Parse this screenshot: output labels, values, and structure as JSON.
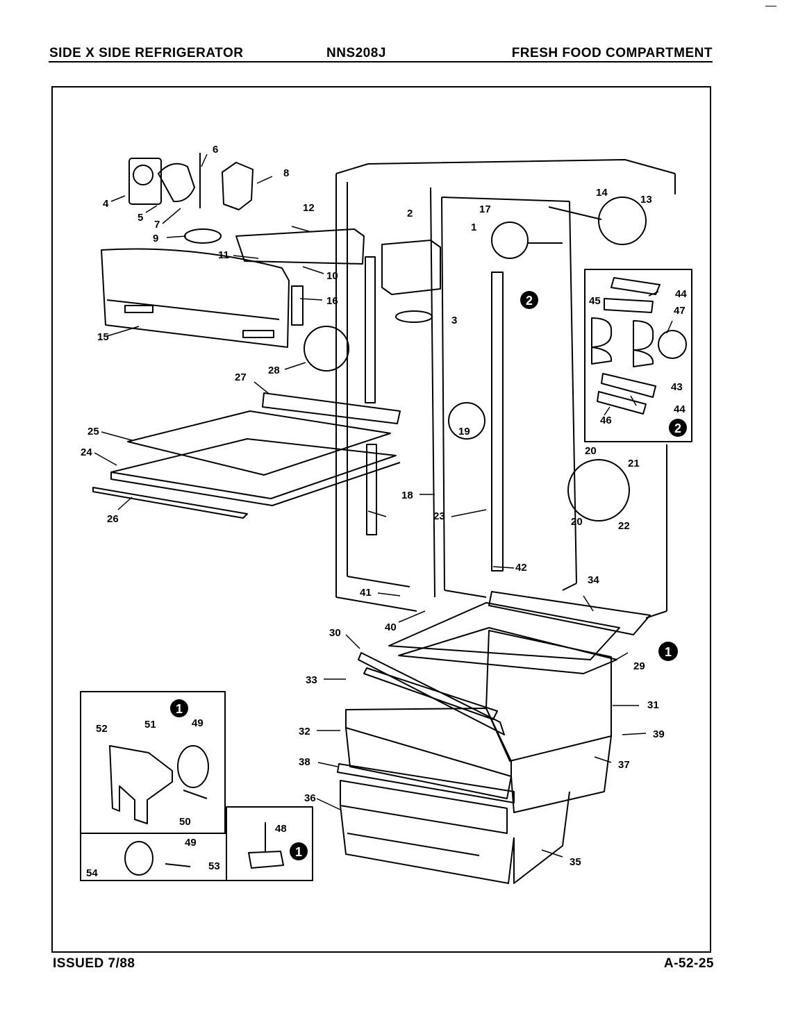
{
  "header": {
    "left": "SIDE X SIDE REFRIGERATOR",
    "model": "NNS208J",
    "right": "FRESH FOOD COMPARTMENT"
  },
  "footer": {
    "issued": "ISSUED 7/88",
    "page": "A-52-25"
  },
  "corner_mark": "—",
  "callouts": [
    "1",
    "2",
    "3",
    "4",
    "5",
    "6",
    "7",
    "8",
    "9",
    "10",
    "11",
    "12",
    "13",
    "14",
    "15",
    "16",
    "17",
    "18",
    "19",
    "20",
    "20",
    "21",
    "22",
    "23",
    "24",
    "25",
    "26",
    "27",
    "28",
    "29",
    "30",
    "31",
    "32",
    "33",
    "34",
    "35",
    "36",
    "37",
    "38",
    "39",
    "40",
    "41",
    "42",
    "43",
    "44",
    "44",
    "45",
    "46",
    "47",
    "48",
    "49",
    "49",
    "50",
    "51",
    "52",
    "53",
    "54"
  ],
  "reference_markers": {
    "one": "1",
    "two": "2"
  }
}
